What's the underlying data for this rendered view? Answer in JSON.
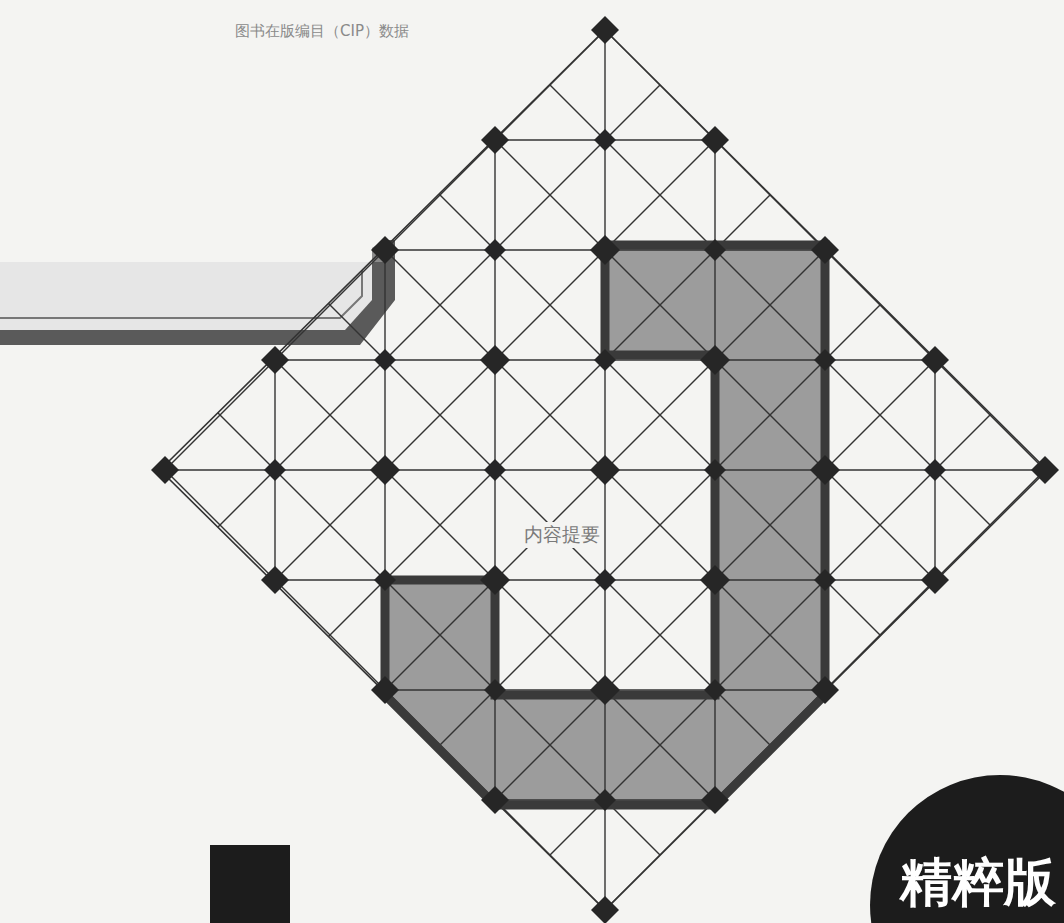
{
  "diagram": {
    "labels": [
      "图书在版编目（CIP）数据",
      "内容提要",
      "精粹版"
    ]
  }
}
